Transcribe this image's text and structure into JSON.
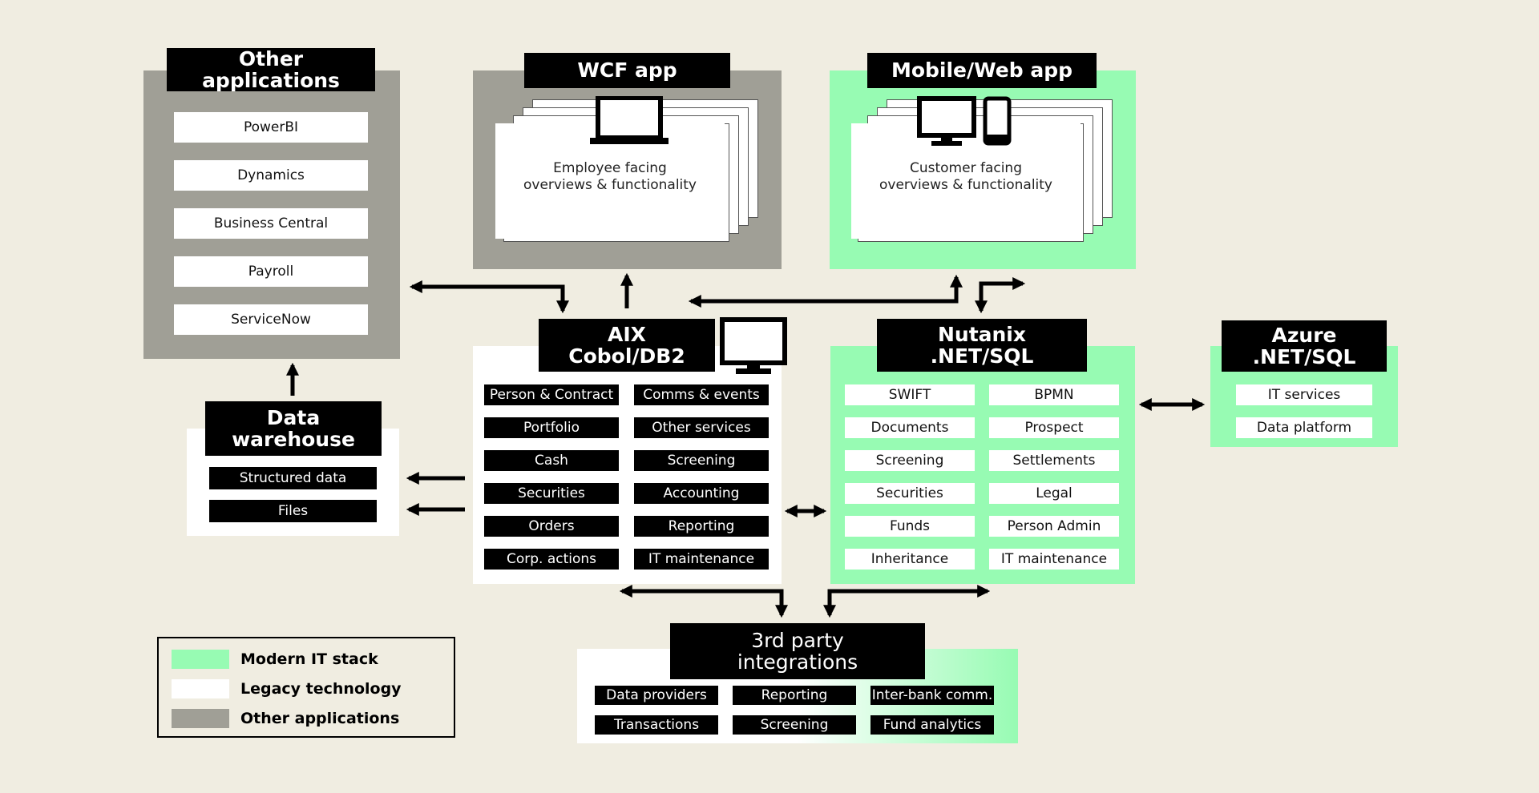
{
  "colors": {
    "background": "#f0ede1",
    "modern": "#97fbb3",
    "legacy": "#ffffff",
    "other": "#a09f96",
    "dark": "#000000"
  },
  "other_apps": {
    "title": "Other applications",
    "items": [
      "PowerBI",
      "Dynamics",
      "Business Central",
      "Payroll",
      "ServiceNow"
    ]
  },
  "wcf": {
    "title": "WCF app",
    "icon": "desktop-monitor-icon",
    "text_line1": "Employee facing",
    "text_line2": "overviews & functionality"
  },
  "mobile": {
    "title": "Mobile/Web app",
    "icons": [
      "desktop-monitor-icon",
      "smartphone-icon"
    ],
    "text_line1": "Customer facing",
    "text_line2": "overviews & functionality"
  },
  "aix": {
    "title_line1": "AIX",
    "title_line2": "Cobol/DB2",
    "icon": "mainframe-monitor-icon",
    "items": [
      "Person & Contract",
      "Comms & events",
      "Portfolio",
      "Other services",
      "Cash",
      "Screening",
      "Securities",
      "Accounting",
      "Orders",
      "Reporting",
      "Corp. actions",
      "IT maintenance"
    ]
  },
  "nutanix": {
    "title_line1": "Nutanix",
    "title_line2": ".NET/SQL",
    "items": [
      "SWIFT",
      "BPMN",
      "Documents",
      "Prospect",
      "Screening",
      "Settlements",
      "Securities",
      "Legal",
      "Funds",
      "Person Admin",
      "Inheritance",
      "IT maintenance"
    ]
  },
  "azure": {
    "title_line1": "Azure",
    "title_line2": ".NET/SQL",
    "items": [
      "IT services",
      "Data platform"
    ]
  },
  "warehouse": {
    "title_line1": "Data",
    "title_line2": "warehouse",
    "items": [
      "Structured data",
      "Files"
    ]
  },
  "third_party": {
    "title_line1": "3rd party",
    "title_line2": "integrations",
    "items": [
      "Data providers",
      "Reporting",
      "Inter-bank comm.",
      "Transactions",
      "Screening",
      "Fund analytics"
    ]
  },
  "legend": {
    "items": [
      {
        "label": "Modern IT stack",
        "color": "#97fbb3"
      },
      {
        "label": "Legacy technology",
        "color": "#ffffff"
      },
      {
        "label": "Other applications",
        "color": "#a09f96"
      }
    ]
  }
}
